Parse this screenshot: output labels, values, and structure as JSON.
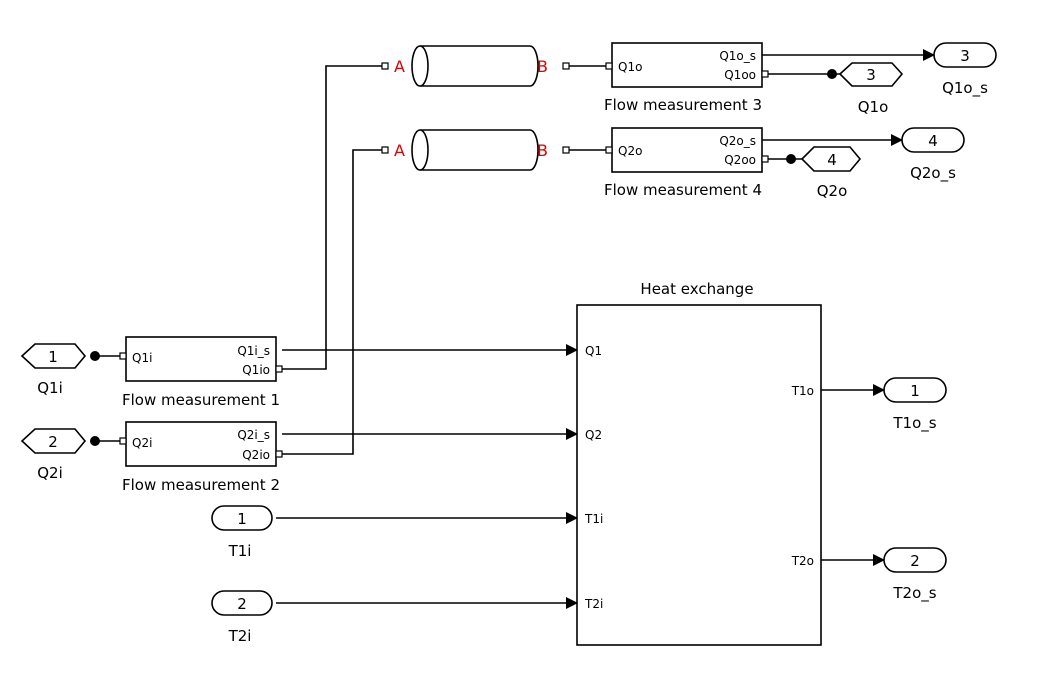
{
  "inports": {
    "in1": {
      "number": "1",
      "label": "T1i"
    },
    "in2": {
      "number": "2",
      "label": "T2i"
    }
  },
  "outports": {
    "out1": {
      "number": "1",
      "label": "T1o_s"
    },
    "out2": {
      "number": "2",
      "label": "T2o_s"
    },
    "out3": {
      "number": "3",
      "label": "Q1o_s"
    },
    "out4": {
      "number": "4",
      "label": "Q2o_s"
    }
  },
  "goto_tags": {
    "q1i": {
      "number": "1",
      "label": "Q1i"
    },
    "q2i": {
      "number": "2",
      "label": "Q2i"
    },
    "q1o": {
      "number": "3",
      "label": "Q1o"
    },
    "q2o": {
      "number": "4",
      "label": "Q2o"
    }
  },
  "flow_measurements": {
    "fm1": {
      "title": "Flow measurement 1",
      "in_port": "Q1i",
      "out_top": "Q1i_s",
      "out_bottom": "Q1io"
    },
    "fm2": {
      "title": "Flow measurement 2",
      "in_port": "Q2i",
      "out_top": "Q2i_s",
      "out_bottom": "Q2io"
    },
    "fm3": {
      "title": "Flow measurement 3",
      "in_port": "Q1o",
      "out_top": "Q1o_s",
      "out_bottom": "Q1oo"
    },
    "fm4": {
      "title": "Flow measurement 4",
      "in_port": "Q2o",
      "out_top": "Q2o_s",
      "out_bottom": "Q2oo"
    }
  },
  "pipes": {
    "pipe1": {
      "port_a": "A",
      "port_b": "B"
    },
    "pipe2": {
      "port_a": "A",
      "port_b": "B"
    }
  },
  "heat_exchange": {
    "title": "Heat exchange",
    "inputs": [
      "Q1",
      "Q2",
      "T1i",
      "T2i"
    ],
    "outputs": [
      "T1o",
      "T2o"
    ]
  }
}
